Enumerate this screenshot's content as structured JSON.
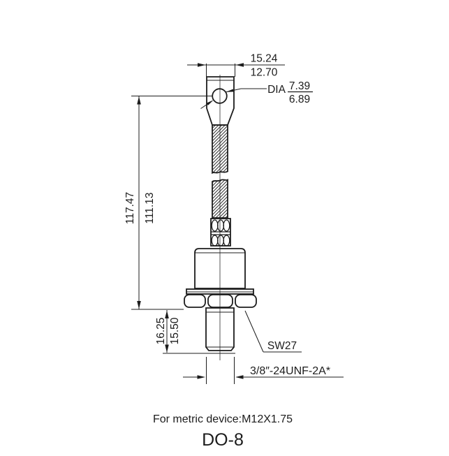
{
  "drawing": {
    "bottom_note": "For metric device:M12X1.75",
    "package_name": "DO-8",
    "dims": {
      "tab_width": {
        "max": "15.24",
        "min": "12.70"
      },
      "hole": {
        "label": "DIA",
        "max": "7.39",
        "min": "6.89"
      },
      "length": {
        "max": "117.47",
        "min": "111.13"
      },
      "stud": {
        "max": "16.25",
        "min": "15.50"
      },
      "hex_size": "SW27",
      "thread": "3/8″-24UNF-2A*"
    },
    "colors": {
      "line": "#1c1c1c",
      "centerline": "#555555",
      "background": "#ffffff"
    }
  }
}
